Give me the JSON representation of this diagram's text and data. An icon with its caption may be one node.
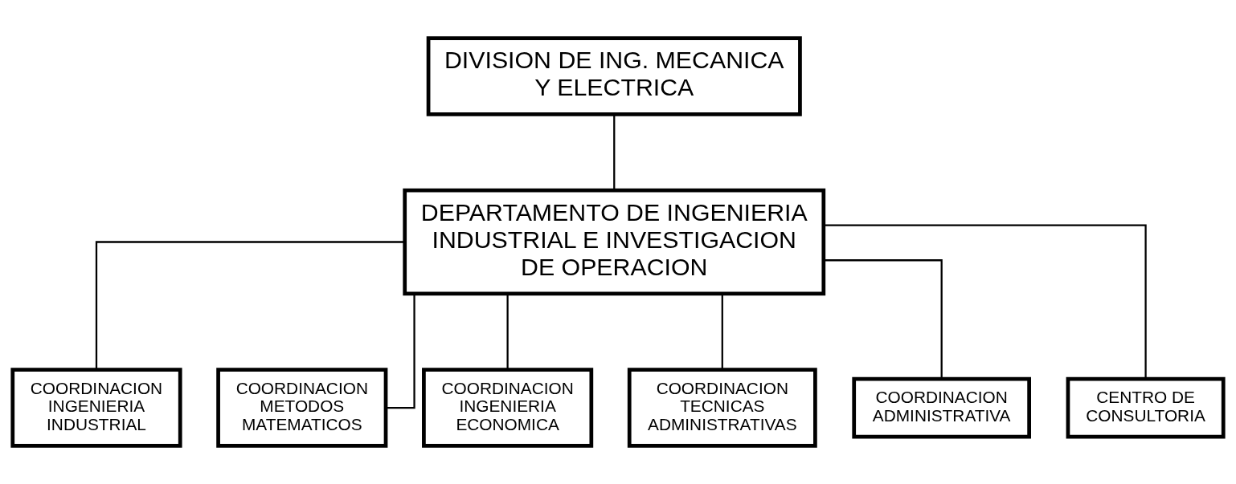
{
  "diagram": {
    "nodes": [
      {
        "text": [
          "DIVISION DE ING. MECANICA Y ELECTRICA"
        ]
      },
      {
        "text": [
          "DEPARTAMENTO DE INGENIERIA INDUSTRIAL E INVESTIGACION DE OPERACION"
        ]
      },
      {
        "text": [
          "COORDINACION INGENIERIA INDUSTRIAL"
        ]
      },
      {
        "text": [
          "COORDINACION METODOS MATEMATICOS"
        ]
      },
      {
        "text": [
          "COORDINACION INGENIERIA ECONOMICA"
        ]
      },
      {
        "text": [
          "COORDINACION TECNICAS ADMINISTRATIVAS"
        ]
      },
      {
        "text": [
          "COORDINACION ADMINISTRATIVA"
        ]
      },
      {
        "text": [
          "CENTRO DE CONSULTORIA"
        ]
      }
    ],
    "edges": [
      {
        "from": 0,
        "to": 1,
        "arrow": "none"
      },
      {
        "from": 1,
        "to": 2,
        "arrow": "none"
      },
      {
        "from": 1,
        "to": 3,
        "arrow": "none"
      },
      {
        "from": 1,
        "to": 4,
        "arrow": "none"
      },
      {
        "from": 1,
        "to": 5,
        "arrow": "none"
      },
      {
        "from": 1,
        "to": 6,
        "arrow": "none"
      },
      {
        "from": 1,
        "to": 7,
        "arrow": "none"
      }
    ]
  }
}
